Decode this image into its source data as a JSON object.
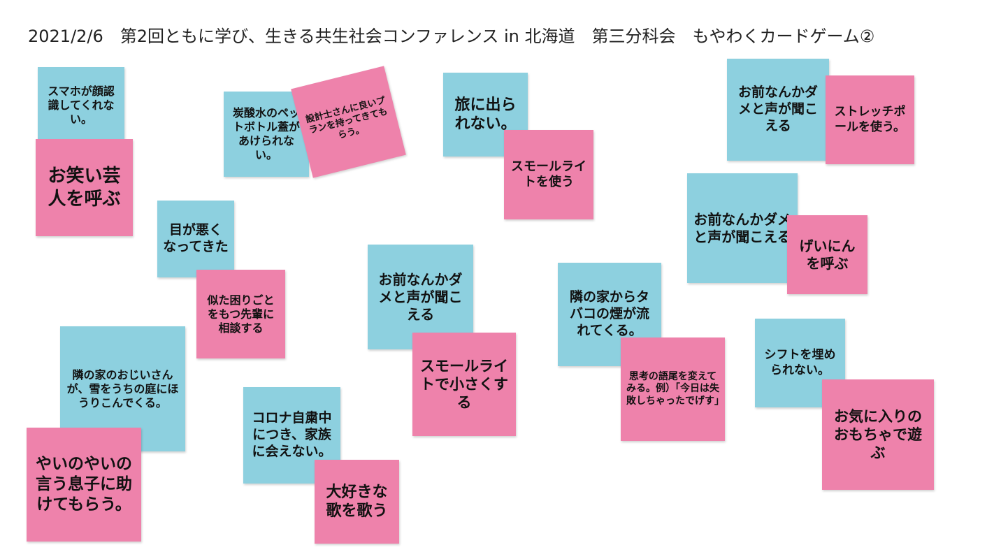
{
  "title": "2021/2/6　第2回ともに学び、生きる共生社会コンファレンス in 北海道　第三分科会　もやわくカードゲーム②",
  "colors": {
    "blue_note": "#8dd0df",
    "pink_note": "#ee82ab"
  },
  "notes": [
    {
      "text": "スマホが顔認識してくれない。",
      "color": "blue"
    },
    {
      "text": "お笑い芸人を呼ぶ",
      "color": "pink"
    },
    {
      "text": "炭酸水のペットボトル蓋があけられない。",
      "color": "blue"
    },
    {
      "text": "設計士さんに良いプランを持ってきてもらう。",
      "color": "pink"
    },
    {
      "text": "旅に出られない。",
      "color": "blue"
    },
    {
      "text": "スモールライトを使う",
      "color": "pink"
    },
    {
      "text": "お前なんかダメと声が聞こえる",
      "color": "blue"
    },
    {
      "text": "ストレッチポールを使う。",
      "color": "pink"
    },
    {
      "text": "お前なんかダメと声が聞こえる",
      "color": "blue"
    },
    {
      "text": "げいにんを呼ぶ",
      "color": "pink"
    },
    {
      "text": "目が悪くなってきた",
      "color": "blue"
    },
    {
      "text": "似た困りごとをもつ先輩に相談する",
      "color": "pink"
    },
    {
      "text": "お前なんかダメと声が聞こえる",
      "color": "blue"
    },
    {
      "text": "スモールライトで小さくする",
      "color": "pink"
    },
    {
      "text": "隣の家からタバコの煙が流れてくる。",
      "color": "blue"
    },
    {
      "text": "思考の語尾を変えてみる。例）「今日は失敗しちゃったでげす」",
      "color": "pink"
    },
    {
      "text": "シフトを埋められない。",
      "color": "blue"
    },
    {
      "text": "お気に入りのおもちゃで遊ぶ",
      "color": "pink"
    },
    {
      "text": "隣の家のおじいさんが、雪をうちの庭にほうりこんでくる。",
      "color": "blue"
    },
    {
      "text": "やいのやいの言う息子に助けてもらう。",
      "color": "pink"
    },
    {
      "text": "コロナ自粛中につき、家族に会えない。",
      "color": "blue"
    },
    {
      "text": "大好きな歌を歌う",
      "color": "pink"
    }
  ]
}
